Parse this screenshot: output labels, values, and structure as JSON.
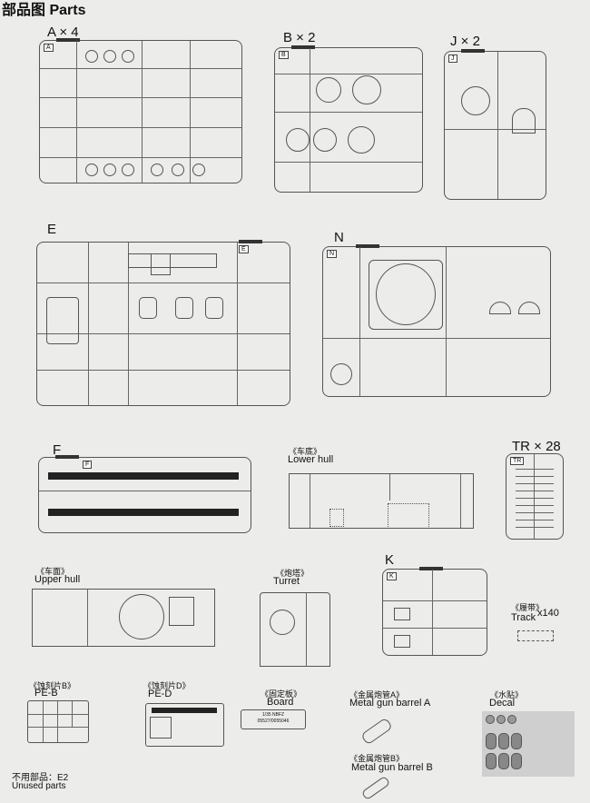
{
  "title": "部品图  Parts",
  "sprues": {
    "A": {
      "label": "A × 4",
      "tag": "A"
    },
    "B": {
      "label": "B × 2",
      "tag": "B"
    },
    "J": {
      "label": "J × 2",
      "tag": "J"
    },
    "E": {
      "label": "E",
      "tag": "E"
    },
    "N": {
      "label": "N",
      "tag": "N"
    },
    "F": {
      "label": "F",
      "tag": "F"
    },
    "TR": {
      "label": "TR × 28",
      "tag": "TR"
    },
    "K": {
      "label": "K",
      "tag": "K"
    }
  },
  "parts": {
    "lower_hull": {
      "cn": "《车底》",
      "en": "Lower hull"
    },
    "upper_hull": {
      "cn": "《车面》",
      "en": "Upper hull"
    },
    "turret": {
      "cn": "《炮塔》",
      "en": "Turret"
    },
    "track": {
      "cn": "《履带》",
      "en": "Track",
      "qty": "x140"
    },
    "pe_b": {
      "cn": "《蚀刻片B》",
      "en": "PE-B"
    },
    "pe_d": {
      "cn": "《蚀刻片D》",
      "en": "PE-D"
    },
    "board": {
      "cn": "《固定板》",
      "en": "Board",
      "line1": "1/35  NBFZ",
      "line2": "05527/0055046"
    },
    "barrel_a": {
      "cn": "《金属炮管A》",
      "en": "Metal gun barrel A"
    },
    "barrel_b": {
      "cn": "《金属炮管B》",
      "en": "Metal gun barrel B"
    },
    "decal": {
      "cn": "《水贴》",
      "en": "Decal"
    }
  },
  "unused": {
    "cn": "不用部品：E2",
    "en": "Unused parts"
  }
}
